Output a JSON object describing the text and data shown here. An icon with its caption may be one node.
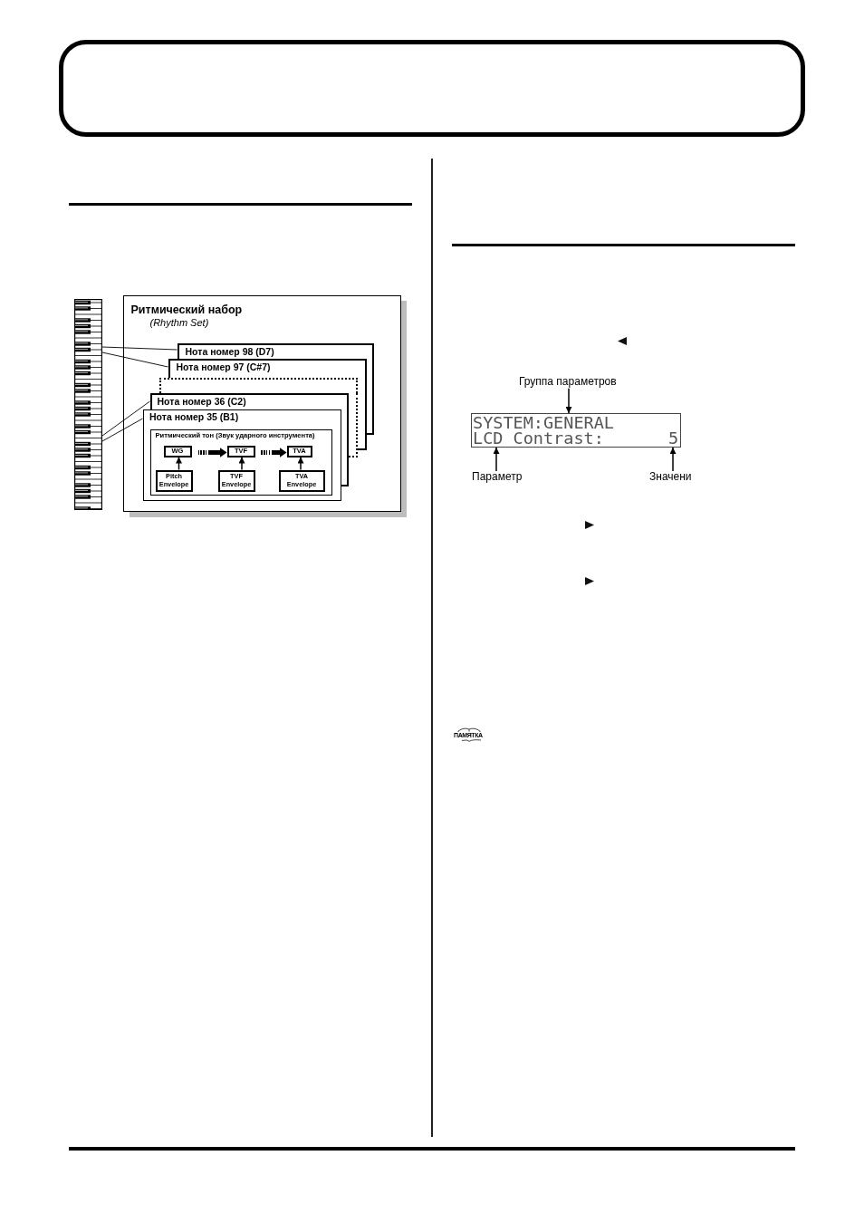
{
  "diagram": {
    "nodes": [
      {
        "text": [],
        "shape": "picture"
      },
      {
        "text": [
          "Ритмический набор",
          "(Rhythm Set)"
        ]
      },
      {
        "text": [
          "Нота номер 98 (D7)"
        ],
        "in": 1
      },
      {
        "text": [
          "Нота номер 97 (C#7)"
        ],
        "in": 1
      },
      {
        "text": [],
        "shape": "box",
        "in": 1
      },
      {
        "text": [
          "Нота номер 36 (C2)"
        ],
        "in": 1
      },
      {
        "text": [
          "Нота номер 35 (B1)"
        ],
        "in": 1
      },
      {
        "text": [
          "Ритмический тон (Звук ударного инструмента)"
        ],
        "in": 6
      },
      {
        "text": [
          "WG"
        ],
        "in": 7
      },
      {
        "text": [
          "TVF"
        ],
        "in": 7
      },
      {
        "text": [
          "TVA"
        ],
        "in": 7
      },
      {
        "text": [
          "Pitch Envelope"
        ],
        "in": 7
      },
      {
        "text": [
          "TVF Envelope"
        ],
        "in": 7
      },
      {
        "text": [
          "TVA Envelope"
        ],
        "in": 7
      },
      {
        "text": [
          "Группа параметров"
        ]
      },
      {
        "text": [
          "SYSTEM:GENERAL",
          "LCD Contrast:",
          "5"
        ]
      },
      {
        "text": [
          "Параметр"
        ]
      },
      {
        "text": [
          "Значени"
        ]
      }
    ],
    "edges": [
      {
        "from": 0,
        "to": 2,
        "arrow": "none"
      },
      {
        "from": 0,
        "to": 3,
        "arrow": "none"
      },
      {
        "from": 0,
        "to": 5,
        "arrow": "none"
      },
      {
        "from": 0,
        "to": 6,
        "arrow": "none"
      },
      {
        "from": 8,
        "to": 9,
        "arrow": "to",
        "style": "thick"
      },
      {
        "from": 9,
        "to": 10,
        "arrow": "to",
        "style": "thick"
      },
      {
        "from": 11,
        "to": 8,
        "arrow": "to"
      },
      {
        "from": 12,
        "to": 9,
        "arrow": "to"
      },
      {
        "from": 13,
        "to": 10,
        "arrow": "to"
      },
      {
        "from": 14,
        "to": 15,
        "arrow": "to"
      },
      {
        "from": 16,
        "to": 15,
        "arrow": "to"
      },
      {
        "from": 17,
        "to": 15,
        "arrow": "to"
      }
    ],
    "labels": [
      "ПАМЯТКА"
    ]
  }
}
